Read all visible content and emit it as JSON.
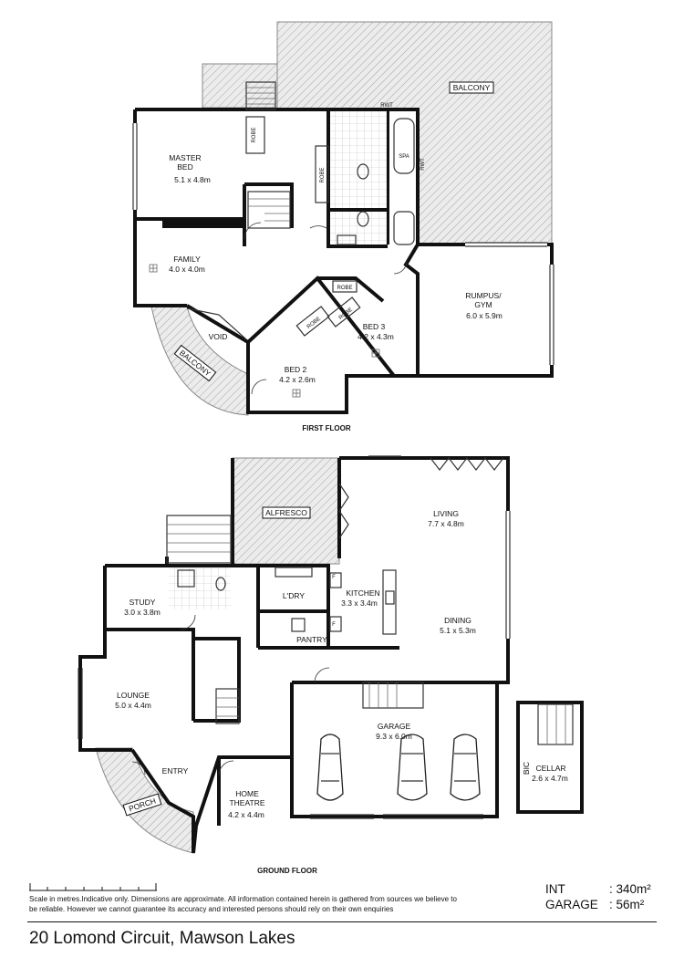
{
  "first_floor": {
    "label": "FIRST FLOOR",
    "rooms": [
      {
        "id": "master",
        "name": "MASTER\nBED",
        "size": "5.1 x 4.8m"
      },
      {
        "id": "family",
        "name": "FAMILY",
        "size": "4.0 x 4.0m"
      },
      {
        "id": "bed3",
        "name": "BED 3",
        "size": "4.2 x 4.3m"
      },
      {
        "id": "bed2",
        "name": "BED 2",
        "size": "4.2 x 2.6m"
      },
      {
        "id": "rumpus",
        "name": "RUMPUS/\nGYM",
        "size": "6.0 x 5.9m"
      }
    ],
    "labels": {
      "balcony_top": "BALCONY",
      "balcony_curve": "BALCONY",
      "void": "VOID",
      "robe_master": "ROBE",
      "robe_ensuite": "ROBE",
      "robe_bed3_a": "ROBE",
      "robe_bed3_b": "ROBE",
      "robe_bed3_c": "ROBE",
      "rwt_top": "RWT",
      "rwt_side": "RWT",
      "spa": "SPA"
    }
  },
  "ground_floor": {
    "label": "GROUND FLOOR",
    "rooms": [
      {
        "id": "living",
        "name": "LIVING",
        "size": "7.7 x 4.8m"
      },
      {
        "id": "kitchen",
        "name": "KITCHEN",
        "size": "3.3 x 3.4m"
      },
      {
        "id": "dining",
        "name": "DINING",
        "size": "5.1 x 5.3m"
      },
      {
        "id": "study",
        "name": "STUDY",
        "size": "3.0 x 3.8m"
      },
      {
        "id": "lounge",
        "name": "LOUNGE",
        "size": "5.0 x 4.4m"
      },
      {
        "id": "garage",
        "name": "GARAGE",
        "size": "9.3 x 6.0m"
      },
      {
        "id": "theatre",
        "name": "HOME\nTHEATRE",
        "size": "4.2 x 4.4m"
      },
      {
        "id": "cellar",
        "name": "CELLAR",
        "size": "2.6 x 4.7m"
      }
    ],
    "labels": {
      "alfresco": "ALFRESCO",
      "ldry": "L'DRY",
      "pantry": "PANTRY",
      "entry": "ENTRY",
      "porch": "PORCH",
      "bic": "BIC",
      "fridge1": "F",
      "fridge2": "F"
    }
  },
  "footer": {
    "disclaimer": "Scale in metres.Indicative only. Dimensions are approximate. All information contained herein is gathered from sources we believe to be reliable. However we cannot guarantee its accuracy and interested persons should rely on their own enquiries",
    "int_label": "INT",
    "int_value": ": 340m²",
    "garage_label": "GARAGE",
    "garage_value": ": 56m²",
    "address": "20 Lomond Circuit, Mawson Lakes"
  }
}
